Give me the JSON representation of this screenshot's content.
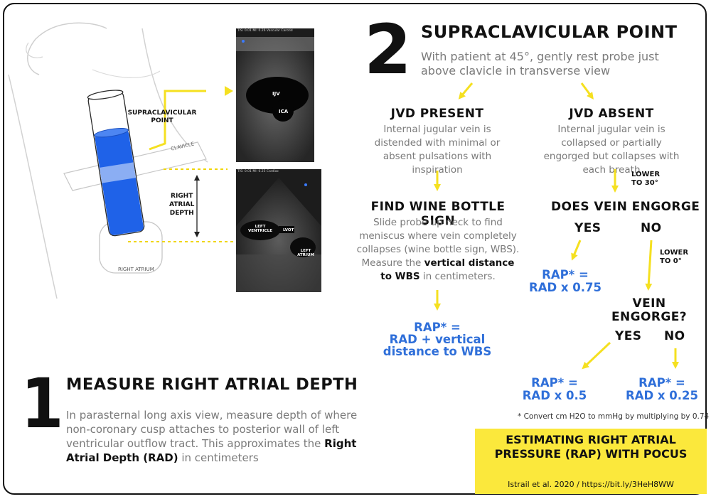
{
  "step2": {
    "number": "2",
    "title": "SUPRACLAVICULAR POINT",
    "intro": "With patient at 45°, gently rest probe just above clavicle in transverse view"
  },
  "jvd_present": {
    "title": "JVD PRESENT",
    "desc": "Internal jugular vein is distended with minimal or absent pulsations with inspiration"
  },
  "jvd_absent": {
    "title": "JVD ABSENT",
    "desc": "Internal jugular vein is collapsed or partially engorged but collapses with each breath"
  },
  "wine_bottle": {
    "title": "FIND WINE BOTTLE SIGN",
    "desc_1": "Slide probe up neck to find meniscus where vein completely collapses (wine bottle sign, WBS). Measure the ",
    "desc_bold": "vertical distance to WBS",
    "desc_2": " in centimeters."
  },
  "rap_wbs": {
    "line1": "RAP* =",
    "line2": "RAD + vertical",
    "line3": "distance to WBS"
  },
  "lower_30": {
    "line1": "LOWER",
    "line2": "TO 30°"
  },
  "does_vein_engorge": "DOES VEIN ENGORGE",
  "yes_1": "YES",
  "no_1": "NO",
  "lower_0": {
    "line1": "LOWER",
    "line2": "TO 0°"
  },
  "rap_075": {
    "line1": "RAP* =",
    "line2": "RAD x 0.75"
  },
  "vein_engorge": {
    "line1": "VEIN",
    "line2": "ENGORGE?"
  },
  "yes_2": "YES",
  "no_2": "NO",
  "rap_05": {
    "line1": "RAP* =",
    "line2": "RAD x 0.5"
  },
  "rap_025": {
    "line1": "RAP* =",
    "line2": "RAD x 0.25"
  },
  "footnote": "* Convert cm H2O to mmHg by multiplying by 0.74",
  "step1": {
    "number": "1",
    "title": "MEASURE RIGHT ATRIAL DEPTH",
    "desc_1": "In parasternal long axis view, measure depth of where non-coronary cusp attaches to posterior wall of left ventricular outflow tract. This approximates the ",
    "desc_bold": "Right Atrial Depth (RAD)",
    "desc_2": " in centimeters"
  },
  "caption": {
    "title": "ESTIMATING RIGHT ATRIAL PRESSURE (RAP) WITH POCUS",
    "reference": "Istrail et al. 2020 /  https://bit.ly/3HeH8WW"
  },
  "illustration": {
    "supraclavicular_point": {
      "line1": "SUPRACLAVICULAR",
      "line2": "POINT"
    },
    "clavicle": "CLAVICLE",
    "right_atrial_depth": {
      "line1": "RIGHT",
      "line2": "ATRIAL",
      "line3": "DEPTH"
    },
    "right_atrium": "RIGHT ATRIUM"
  },
  "us_neck": {
    "ijv": "IJV",
    "ica": "ICA",
    "header": "TIS: 0.01  MI: 0.26  Vascular Carotid"
  },
  "us_heart": {
    "lv": "LEFT VENTRICLE",
    "lvot": "LVOT",
    "la": "LEFT ATRIUM",
    "header": "TIS: 0.01  MI: 0.25  Cardiac"
  },
  "colors": {
    "arrow": "#f5e020",
    "blue_text": "#2f6fd9",
    "caption_bg": "#fbe83c",
    "column_blue": "#1f62e8"
  }
}
